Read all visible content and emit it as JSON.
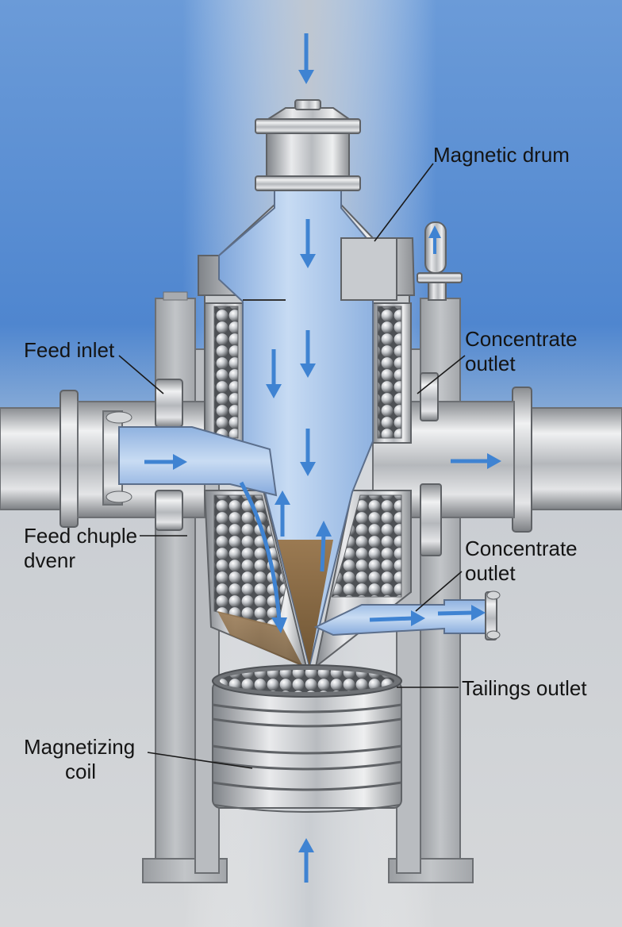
{
  "labels": {
    "magnetic_drum": "Magnetic drum",
    "concentrate_outlet_upper": [
      "Concentrate",
      "outlet"
    ],
    "feed_inlet": "Feed inlet",
    "feed_chute_drain": [
      "Feed chuple",
      "dvenr"
    ],
    "concentrate_outlet_lower": [
      "Concentrate",
      "outlet"
    ],
    "tailings_outlet": "Tailings outlet",
    "magnetizing_coil": [
      "Magnetizing",
      "coil"
    ]
  },
  "colors": {
    "background_top": "#4f86cf",
    "background_bottom": "#d6d8da",
    "slurry": "#a9c6ec",
    "flow_arrow": "#3f83d2",
    "steel_dark": "#8d9094",
    "steel_light": "#eeeff0",
    "concentrate_sediment": "#8b6a43",
    "text": "#141414"
  },
  "icons": [
    "down-arrow-icon",
    "up-arrow-icon",
    "right-arrow-icon"
  ]
}
